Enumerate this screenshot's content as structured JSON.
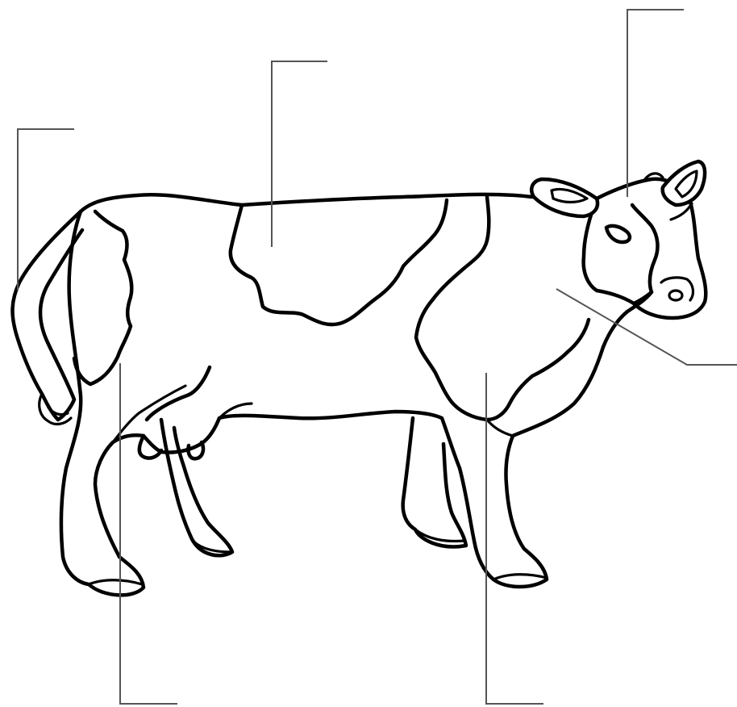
{
  "diagram": {
    "subject": "cow",
    "colors": {
      "outline": "#000000",
      "leader_line": "#555555",
      "background": "#ffffff"
    },
    "label_blanks": [
      {
        "id": "blank-tail",
        "text": ""
      },
      {
        "id": "blank-back-spot",
        "text": ""
      },
      {
        "id": "blank-head",
        "text": ""
      },
      {
        "id": "blank-neck",
        "text": ""
      },
      {
        "id": "blank-hind-leg",
        "text": ""
      },
      {
        "id": "blank-front-leg",
        "text": ""
      }
    ]
  }
}
